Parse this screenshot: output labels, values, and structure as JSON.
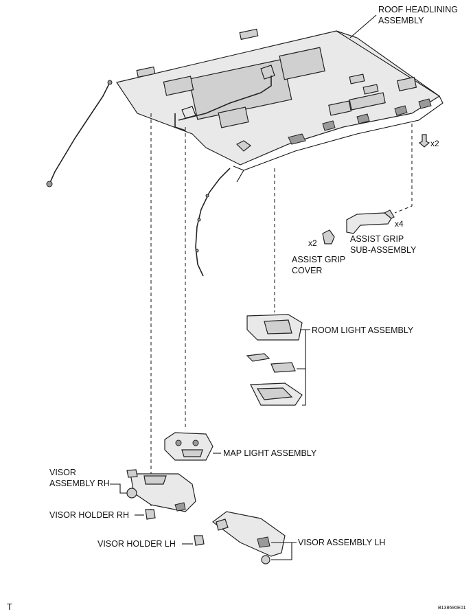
{
  "labels": {
    "roof_headlining_line1": "ROOF HEADLINING",
    "roof_headlining_line2": "ASSEMBLY",
    "qty_clip": "x2",
    "qty_grip": "x4",
    "qty_cover": "x2",
    "assist_grip_line1": "ASSIST GRIP",
    "assist_grip_line2": "SUB-ASSEMBLY",
    "assist_grip_cover_line1": "ASSIST GRIP",
    "assist_grip_cover_line2": "COVER",
    "room_light": "ROOM LIGHT ASSEMBLY",
    "map_light": "MAP LIGHT ASSEMBLY",
    "visor_rh_line1": "VISOR",
    "visor_rh_line2": "ASSEMBLY RH",
    "visor_holder_rh": "VISOR HOLDER RH",
    "visor_holder_lh": "VISOR HOLDER LH",
    "visor_lh": "VISOR ASSEMBLY LH"
  },
  "footer": {
    "corner_mark": "T",
    "figure_code": "B138690E01"
  }
}
